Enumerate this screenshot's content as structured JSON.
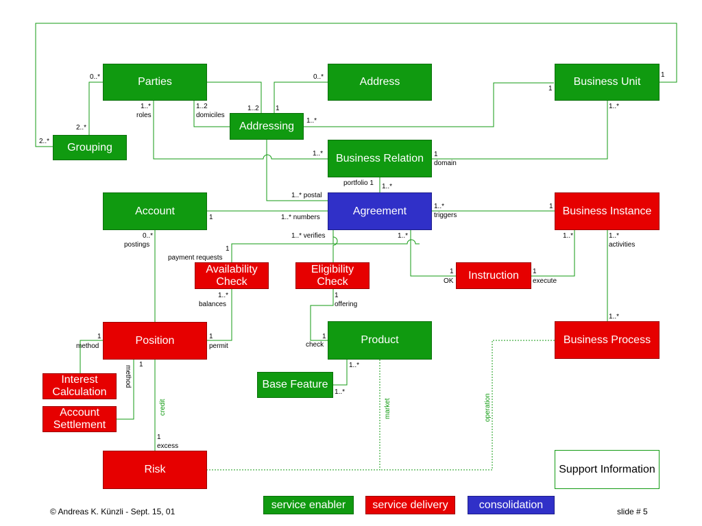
{
  "boxes": {
    "parties": "Parties",
    "address": "Address",
    "business_unit": "Business Unit",
    "addressing": "Addressing",
    "grouping": "Grouping",
    "business_relation": "Business Relation",
    "account": "Account",
    "agreement": "Agreement",
    "business_instance": "Business Instance",
    "availability_check_1": "Availability",
    "availability_check_2": "Check",
    "eligibility_check_1": "Eligibility",
    "eligibility_check_2": "Check",
    "instruction": "Instruction",
    "position": "Position",
    "product": "Product",
    "business_process": "Business Process",
    "interest_calculation_1": "Interest",
    "interest_calculation_2": "Calculation",
    "account_settlement_1": "Account",
    "account_settlement_2": "Settlement",
    "base_feature": "Base Feature",
    "risk": "Risk",
    "support_information": "Support Information"
  },
  "labels": {
    "parties_grouping": "0..*",
    "grouping_parties": "2..*",
    "grouping_left": "2..*",
    "address_addressing": "0..*",
    "bu_top": "1",
    "bu_left": "1",
    "bu_bottom": "1..*",
    "parties_mult": "1..*",
    "parties_roles": "roles",
    "parties_dom_mult": "1..2",
    "parties_domiciles": "domiciles",
    "addressing_left": "1..2",
    "addressing_right": "1",
    "addressing_bu": "1..*",
    "br_left": "1..*",
    "br_right": "1",
    "br_domain": "domain",
    "br_portfolio": "portfolio 1",
    "br_agreement": "1..*",
    "agr_postal": "1..* postal",
    "acc_right": "1",
    "agr_numbers": "1..* numbers",
    "agr_right": "1..*",
    "agr_triggers": "triggers",
    "bi_left": "1",
    "acc_postings_mult": "0..*",
    "acc_postings": "postings",
    "agr_verifies": "1..* verifies",
    "agr_instr": "1..*",
    "bi_instr": "1..*",
    "bi_act_mult": "1..*",
    "bi_activities": "activities",
    "avail_pay_mult": "1",
    "avail_payment": "payment requests",
    "instr_ok_mult": "1",
    "instr_ok": "OK",
    "instr_exec_mult": "1",
    "instr_execute": "execute",
    "avail_bal_mult": "1..*",
    "avail_balances": "balances",
    "elig_off_mult": "1",
    "elig_offering": "offering",
    "bp_top": "1..*",
    "pos_method_mult": "1",
    "pos_method": "method",
    "pos_permit_mult": "1",
    "pos_permit": "permit",
    "prod_check_mult": "1",
    "prod_check": "check",
    "pos_method2_mult": "1",
    "pos_method2": "method",
    "prod_bf": "1..*",
    "bf_prod": "1..*",
    "credit": "credit",
    "market": "market",
    "operation": "operation",
    "risk_excess_mult": "1",
    "risk_excess": "excess"
  },
  "legend": {
    "service_enabler": "service enabler",
    "service_delivery": "service delivery",
    "consolidation": "consolidation"
  },
  "footer": {
    "copyright": "© Andreas K. Künzli - Sept. 15, 01",
    "slide": "slide # 5"
  },
  "colors": {
    "service_enabler": "#109a10",
    "service_delivery": "#e60000",
    "consolidation": "#3030c8"
  }
}
